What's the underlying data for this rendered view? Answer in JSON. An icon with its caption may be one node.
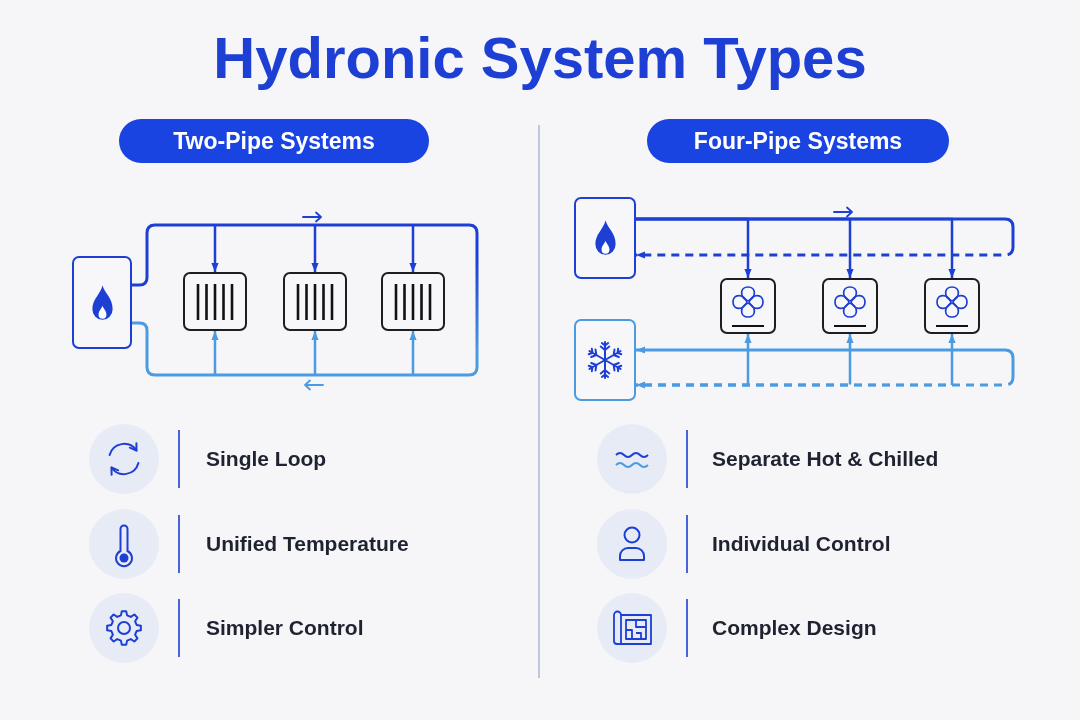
{
  "diagram": {
    "title": "Hydronic System Types",
    "nodes": [
      {
        "text": [
          "Two-Pipe Systems"
        ]
      },
      {
        "text": [
          "Four-Pipe Systems"
        ]
      },
      {
        "text": [],
        "shape": "box"
      },
      {
        "text": [],
        "shape": "box"
      },
      {
        "text": [],
        "shape": "box"
      },
      {
        "text": [],
        "shape": "box"
      },
      {
        "text": [],
        "shape": "box"
      },
      {
        "text": [],
        "shape": "box"
      },
      {
        "text": [],
        "shape": "box"
      },
      {
        "text": [],
        "shape": "box"
      },
      {
        "text": [],
        "shape": "box"
      }
    ],
    "edges": [
      {
        "from": 2,
        "to": 3,
        "arrow": "to"
      },
      {
        "from": 2,
        "to": 4,
        "arrow": "to"
      },
      {
        "from": 2,
        "to": 5,
        "arrow": "to"
      },
      {
        "from": 2,
        "to": 3,
        "arrow": "to",
        "color": "#4b9be2"
      },
      {
        "from": 2,
        "to": 4,
        "arrow": "to",
        "color": "#4b9be2"
      },
      {
        "from": 2,
        "to": 5,
        "arrow": "to",
        "color": "#4b9be2"
      },
      {
        "from": 2,
        "to": 2,
        "arrow": "none",
        "color": "#4b9be2"
      },
      {
        "from": 6,
        "to": 7,
        "arrow": "to"
      },
      {
        "from": 6,
        "to": 8,
        "arrow": "to"
      },
      {
        "from": 6,
        "to": 9,
        "arrow": "to"
      },
      {
        "from": 6,
        "to": 6,
        "arrow": "to",
        "style": "dashed"
      },
      {
        "from": 10,
        "to": 7,
        "arrow": "to",
        "style": "dashed",
        "color": "#4b9be2"
      },
      {
        "from": 10,
        "to": 8,
        "arrow": "to",
        "style": "dashed",
        "color": "#4b9be2"
      },
      {
        "from": 10,
        "to": 9,
        "arrow": "to",
        "style": "dashed",
        "color": "#4b9be2"
      },
      {
        "from": 10,
        "to": 10,
        "arrow": "both",
        "style": "dashed",
        "color": "#4b9be2"
      }
    ],
    "labels": [
      "Single Loop",
      "Unified Temperature",
      "Simpler Control",
      "Separate Hot & Chilled",
      "Individual Control",
      "Complex Design"
    ]
  }
}
